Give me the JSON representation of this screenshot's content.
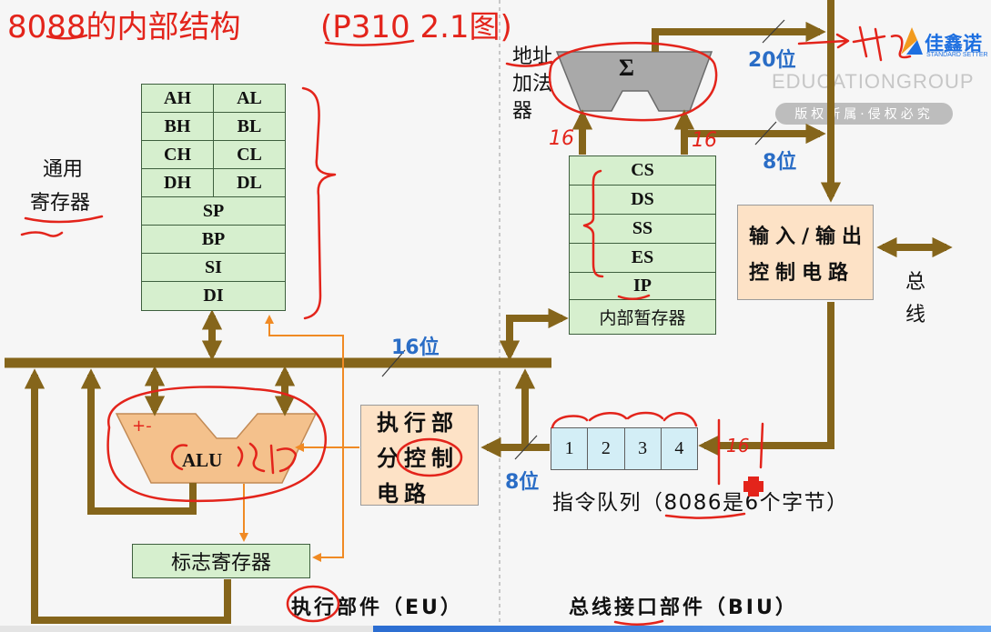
{
  "title": {
    "main": "8088的内部结构",
    "ref": "(P310 2.1图)"
  },
  "general_registers": {
    "label": [
      "通用",
      "寄存器"
    ],
    "pairs": [
      [
        "AH",
        "AL"
      ],
      [
        "BH",
        "BL"
      ],
      [
        "CH",
        "CL"
      ],
      [
        "DH",
        "DL"
      ]
    ],
    "singles": [
      "SP",
      "BP",
      "SI",
      "DI"
    ]
  },
  "address_adder": {
    "label": [
      "地址",
      "加法",
      "器"
    ],
    "symbol": "Σ"
  },
  "segment_registers": {
    "rows": [
      "CS",
      "DS",
      "SS",
      "ES",
      "IP"
    ],
    "temp": "内部暂存器"
  },
  "io_control": [
    "输入/输出",
    "控制电路"
  ],
  "external_bus_label": [
    "总",
    "线"
  ],
  "eu_control": [
    "执行部",
    "分控制",
    "电路"
  ],
  "alu": "ALU",
  "flags_register": "标志寄存器",
  "instruction_queue": {
    "cells": [
      "1",
      "2",
      "3",
      "4"
    ],
    "caption": "指令队列（8086是6个字节）"
  },
  "bus_widths": {
    "address": "20位",
    "data": "8位",
    "internal": "16位",
    "queue": "8位"
  },
  "sections": {
    "eu": "执行部件（EU）",
    "biu": "总线接口部件（BIU）"
  },
  "handwritten_notes": {
    "adder_in_left": "16",
    "adder_in_right": "16",
    "queue_width": "16",
    "alu_ops": "+-"
  },
  "watermark": {
    "text": "EDUCATIONGROUP",
    "notice": "版权所属·侵权必究"
  },
  "logo": {
    "name": "佳鑫诺",
    "tagline": "STANDARD SETTER"
  },
  "colors": {
    "background": "#f6f6f6",
    "bus": "#85651b",
    "annotation": "#e3241b",
    "width_label": "#2a6dc6",
    "register_fill": "#d6efce",
    "control_fill": "#fde2c6",
    "queue_fill": "#d3eef6",
    "adder_fill": "#a9a9a9",
    "alu_fill": "#f4c18c",
    "control_line": "#f08a24",
    "logo_blue": "#1d6fe0"
  }
}
